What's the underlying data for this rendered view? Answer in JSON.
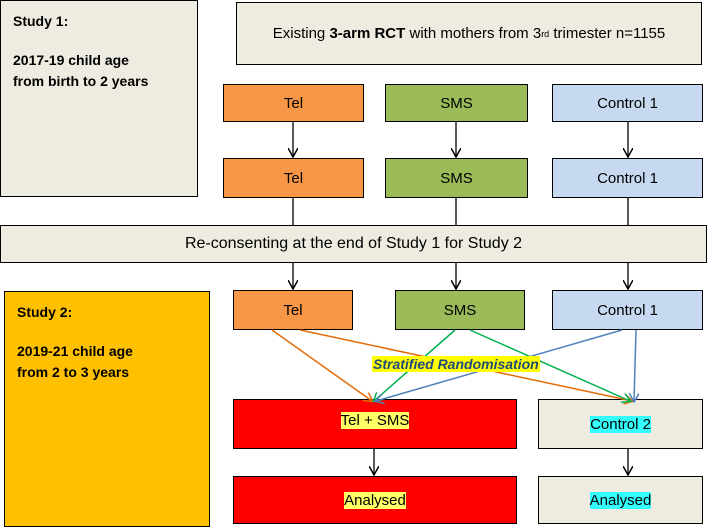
{
  "study1": {
    "heading": "Study 1:",
    "line1": "2017-19 child age",
    "line2": "from birth to 2 years"
  },
  "study2": {
    "heading": "Study 2:",
    "line1": "2019-21 child age",
    "line2": "from 2 to 3 years"
  },
  "header": {
    "prefix": "Existing ",
    "bold": "3-arm RCT",
    "middle": " with mothers from 3",
    "sup": "rd",
    "suffix": " trimester n=1155"
  },
  "arms": {
    "tel": "Tel",
    "sms": "SMS",
    "control1": "Control 1"
  },
  "reconsent": "Re-consenting at the end of Study 1 for Study 2",
  "stratified": "Stratified Randomisation",
  "tel_sms": "Tel + SMS",
  "control2": "Control 2",
  "analysed": "Analysed",
  "colors": {
    "beige": "#eeece1",
    "orange": "#f79646",
    "green": "#9bbb59",
    "blue": "#c6d9f1",
    "red": "#ff0000",
    "study2_panel": "#ffc000",
    "highlight_yellow": "#ffff66",
    "highlight_cyan": "#33ffff",
    "stratified_text": "#1f497d",
    "arrow_orange": "#e36c09",
    "arrow_green": "#00b050",
    "arrow_blue": "#4f81bd"
  }
}
